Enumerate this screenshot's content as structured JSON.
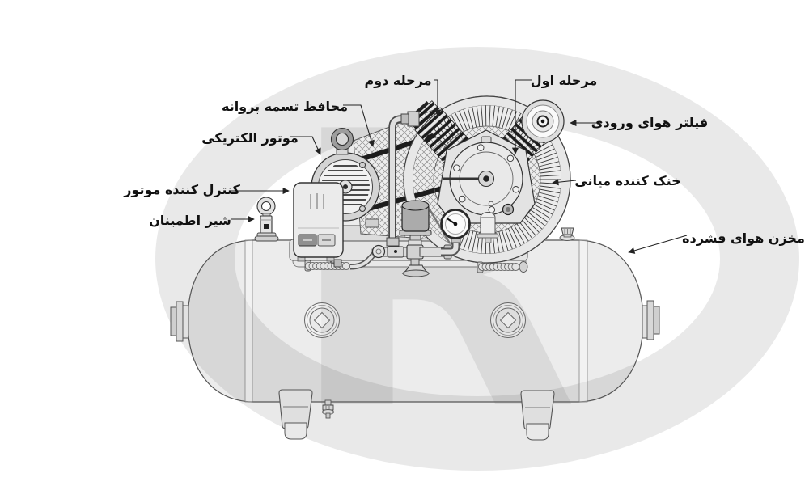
{
  "labels": {
    "belt_guard": "محافظ تسمه پروانه",
    "stage_two": "مرحله دوم",
    "stage_one": "مرحله اول",
    "inlet_air_filter": "فیلتر هوای ورودی",
    "electric_motor": "موتور الکتریکی",
    "motor_controller": "کنترل کننده موتور",
    "safety_valve": "شیر اطمینان",
    "intercooler": "خنک کننده میانی",
    "compressed_air_tank": "مخزن هوای فشرده"
  },
  "watermark": {
    "letter": "R"
  },
  "colors": {
    "line": "#333333",
    "label": "#111111",
    "leader": "#222222",
    "fin": "#1c1c1c",
    "belt": "#1c1c1c",
    "mesh_line": "#8f8f8f",
    "wm_ring": "rgba(0,0,0,0.085)",
    "wm_letter": "rgba(0,0,0,0.075)",
    "tank_tint": "rgba(0,0,0,0.075)",
    "background": "#ffffff"
  }
}
